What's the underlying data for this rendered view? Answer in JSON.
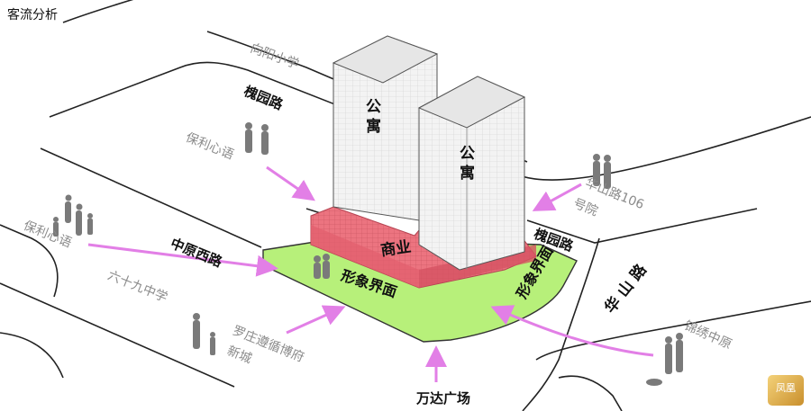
{
  "title": "客流分析",
  "buildings": {
    "tower_left": "公寓",
    "tower_right": "公寓",
    "podium": "商业"
  },
  "frontage": {
    "front": "形象界面",
    "side": "形象界面"
  },
  "roads": {
    "caoyuan_north": "槐园路",
    "caoyuan_east": "槐园路",
    "zhongyuan": "中原西路",
    "huashan": "华山路"
  },
  "places": {
    "xiangyang_school": "向阳小学",
    "poly_north": "保利心语",
    "poly_west": "保利心语",
    "school69": "六十九中学",
    "luozhuang": "罗庄遵循博府",
    "luozhuang_sub": "新城",
    "huashan106": "华山路106",
    "huashan106_sub": "号院",
    "jinxiu": "锦绣中原",
    "wanda": "万达广场"
  },
  "badge": "凤凰",
  "colors": {
    "arrow": "#e27fe6",
    "podium": "#e9727f",
    "plaza": "#b7f07a",
    "tower": "#f1f1f1"
  }
}
